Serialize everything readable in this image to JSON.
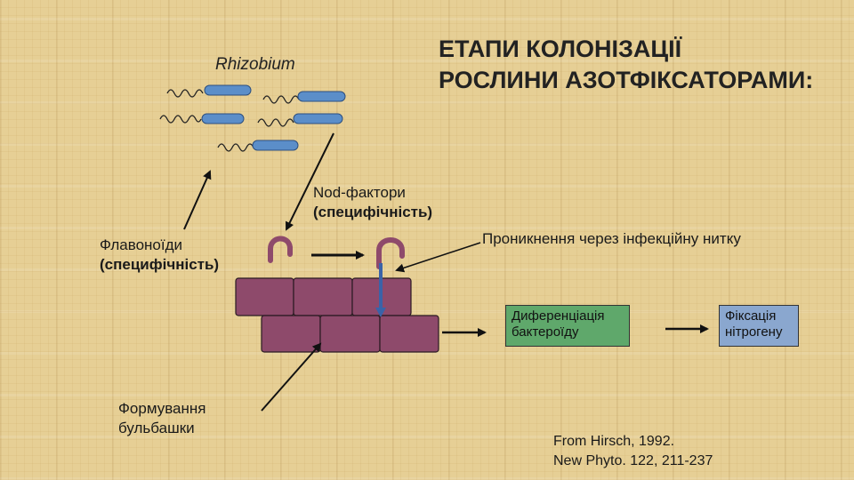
{
  "title": {
    "line1": "ЕТАПИ КОЛОНІЗАЦІЇ",
    "line2": "РОСЛИНИ АЗОТФІКСАТОРАМИ:"
  },
  "rhizobium_label": "Rhizobium",
  "nod_factors": {
    "line1": "Nod-фактори",
    "line2": "(специфічність)"
  },
  "flavonoids": {
    "line1": "Флавоноїди",
    "line2": "(специфічність)"
  },
  "penetration_label": "Проникнення через інфекційну нитку",
  "differentiation_box": {
    "line1": "Диференціація",
    "line2": "бактероїду"
  },
  "fixation_box": {
    "line1": "Фіксація",
    "line2": "нітрогену"
  },
  "nodule_formation": {
    "line1": "Формування",
    "line2": "бульбашки"
  },
  "citation": {
    "line1": "From Hirsch, 1992.",
    "line2": "New Phyto. 122, 211-237"
  },
  "colors": {
    "bacteria": "#5b8ec9",
    "plant_cells": "#8e4a6b",
    "infection_thread": "#3a63a8",
    "differentiation_box": "#5fa86b",
    "fixation_box": "#8aa7cf"
  }
}
